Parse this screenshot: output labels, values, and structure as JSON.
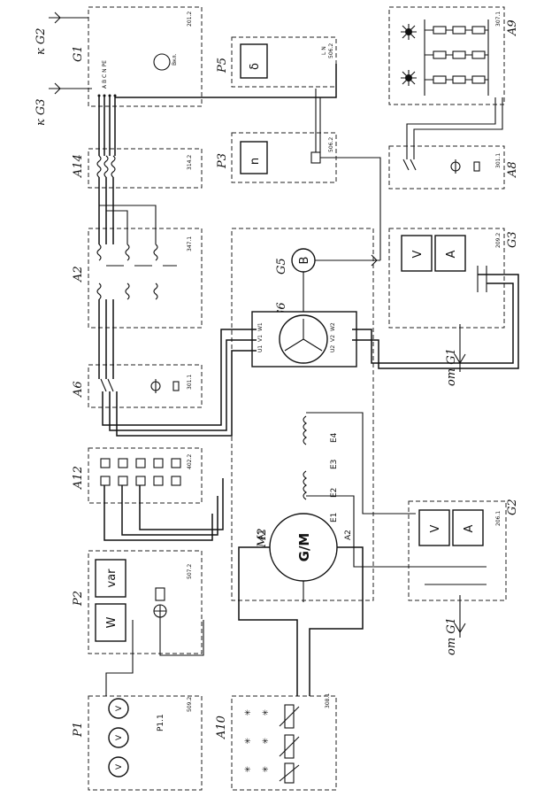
{
  "labels": {
    "kG2": "к G2",
    "kG3": "к G3",
    "G1": "G1",
    "code_G1": "201.2",
    "G1_knob": "Вкл.",
    "P5": "P5",
    "code_P5": "506.2",
    "P5_sym": "δ",
    "P5_pins": "L  N",
    "P3": "P3",
    "code_P3": "506.2",
    "P3_sym": "n",
    "A9": "A9",
    "code_A9": "307.1",
    "A8": "A8",
    "code_A8": "301.1",
    "A14": "A14",
    "code_A14": "314.2",
    "A2": "A2",
    "code_A2": "347.1",
    "G3": "G3",
    "code_G3": "209.2",
    "V": "V",
    "A": "A",
    "G5": "G5",
    "G5_sym": "B",
    "G6": "G6",
    "G6_U1": "U1",
    "G6_V1": "V1",
    "G6_W1": "W1",
    "G6_U2": "U2",
    "G6_V2": "V2",
    "G6_W2": "W2",
    "A6": "A6",
    "code_A6": "301.1",
    "otG1": "от G1",
    "E1": "E1",
    "E2": "E2",
    "E3": "E3",
    "E4": "E4",
    "A12": "A12",
    "code_A12": "402.2",
    "M2": "M2",
    "A1": "A1",
    "A2t": "A2",
    "GM": "G/M",
    "G2": "G2",
    "code_G2": "206.1",
    "P2": "P2",
    "code_P2": "507.2",
    "W": "W",
    "var": "var",
    "P1": "P1",
    "P11": "P1.1",
    "code_P1": "509.2",
    "A10": "A10",
    "code_A10": "308.1"
  }
}
